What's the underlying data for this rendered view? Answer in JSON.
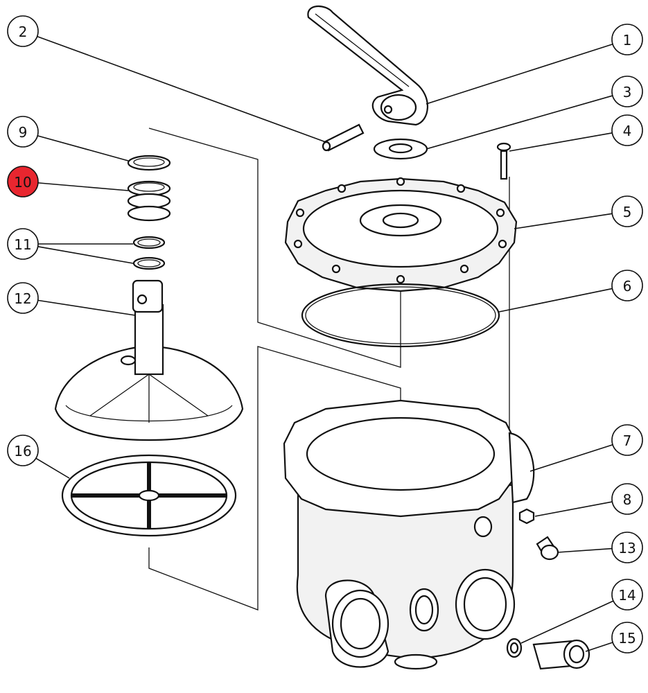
{
  "diagram": {
    "type": "exploded-parts-view",
    "highlight_color": "#e8262f",
    "callouts": [
      {
        "label": "1",
        "highlighted": false
      },
      {
        "label": "2",
        "highlighted": false
      },
      {
        "label": "3",
        "highlighted": false
      },
      {
        "label": "4",
        "highlighted": false
      },
      {
        "label": "5",
        "highlighted": false
      },
      {
        "label": "6",
        "highlighted": false
      },
      {
        "label": "7",
        "highlighted": false
      },
      {
        "label": "8",
        "highlighted": false
      },
      {
        "label": "9",
        "highlighted": false
      },
      {
        "label": "10",
        "highlighted": true
      },
      {
        "label": "11",
        "highlighted": false
      },
      {
        "label": "12",
        "highlighted": false
      },
      {
        "label": "13",
        "highlighted": false
      },
      {
        "label": "14",
        "highlighted": false
      },
      {
        "label": "15",
        "highlighted": false
      },
      {
        "label": "16",
        "highlighted": false
      }
    ]
  }
}
